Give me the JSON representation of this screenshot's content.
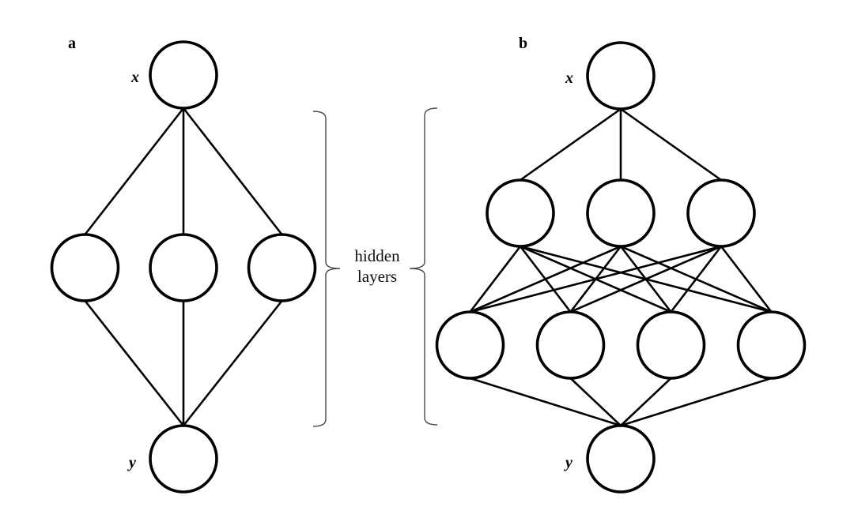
{
  "diagram": {
    "type": "neural-network-comparison",
    "panels": [
      {
        "id": "a",
        "label": "a",
        "input_label": "x",
        "output_label": "y",
        "layers": [
          1,
          3,
          1
        ],
        "description": "single hidden layer, 3 neurons"
      },
      {
        "id": "b",
        "label": "b",
        "input_label": "x",
        "output_label": "y",
        "layers": [
          1,
          3,
          4,
          1
        ],
        "description": "two hidden layers, 3 and 4 neurons, fully connected"
      }
    ],
    "annotation": {
      "line1": "hidden",
      "line2": "layers"
    },
    "colors": {
      "node_stroke": "#000000",
      "node_fill": "#ffffff",
      "edge": "#000000",
      "brace": "#4a4a4a"
    }
  }
}
